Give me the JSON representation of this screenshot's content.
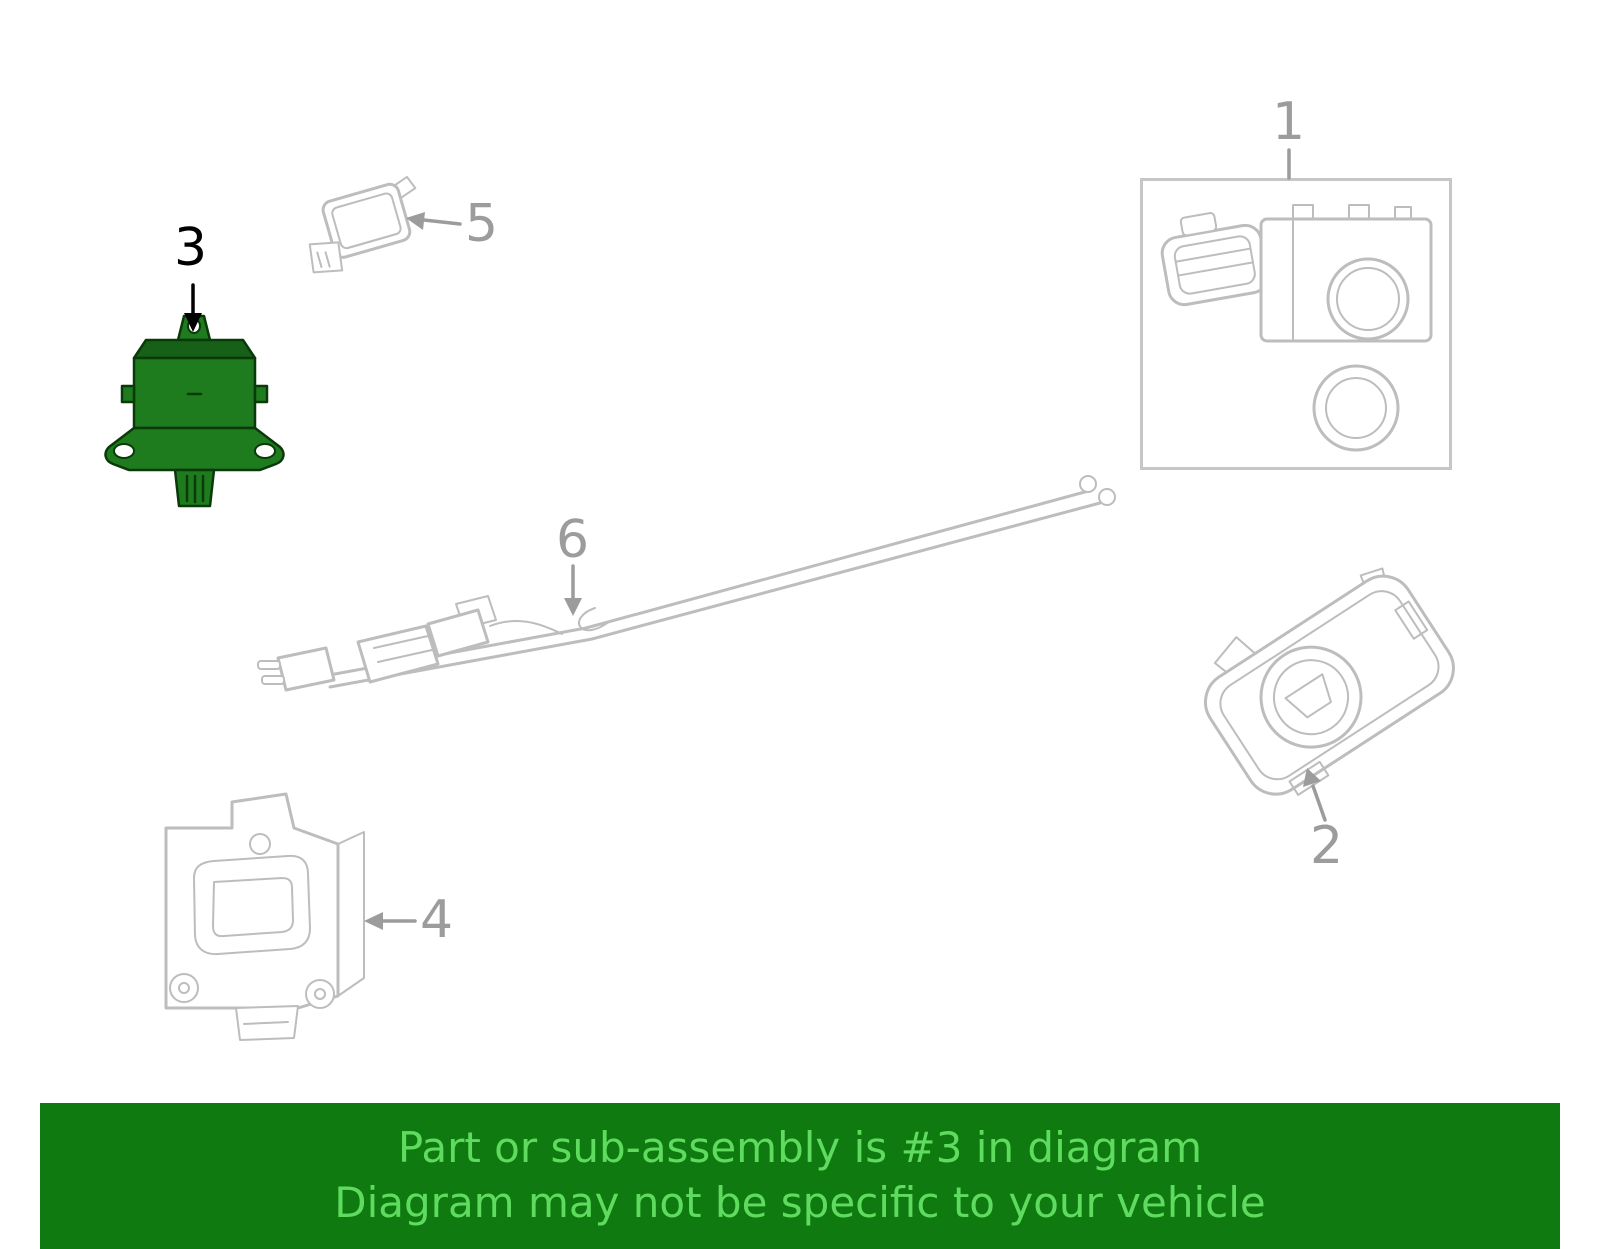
{
  "colors": {
    "diagram_line": "#bdbdbd",
    "label_gray": "#9c9c9c",
    "label_black": "#000000",
    "highlight_fill": "#1e7b1e",
    "highlight_stroke": "#0a3a0a",
    "banner_bg": "#0f7a0f",
    "banner_text": "#5fdb5f",
    "box_border": "#c6c6c6"
  },
  "callouts": {
    "c1": "1",
    "c2": "2",
    "c3": "3",
    "c4": "4",
    "c5": "5",
    "c6": "6"
  },
  "highlighted_callout": "3",
  "banner": {
    "line1": "Part or sub-assembly is #3 in diagram",
    "line2": "Diagram may not be specific to your vehicle"
  }
}
